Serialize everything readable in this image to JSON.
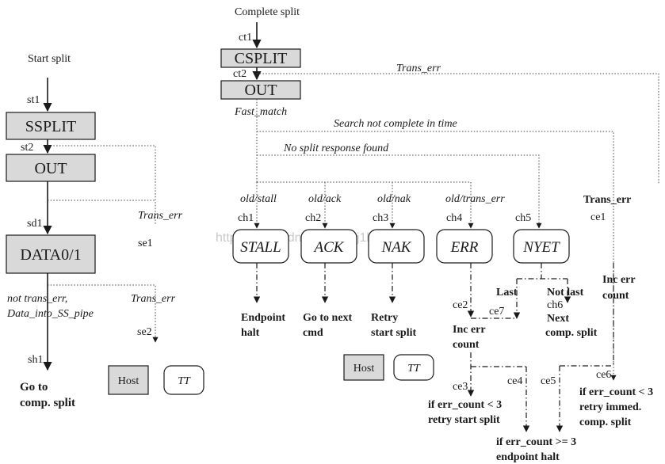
{
  "start": {
    "title": "Start split",
    "boxes": {
      "ssplit": "SSPLIT",
      "out": "OUT",
      "data": "DATA0/1"
    },
    "points": {
      "st1": "st1",
      "st2": "st2",
      "sd1": "sd1",
      "se1": "se1",
      "se2": "se2",
      "sh1": "sh1"
    },
    "trans_err_1": "Trans_err",
    "trans_err_2": "Trans_err",
    "not_trans_err": "not trans_err,",
    "data_into": "Data_into_SS_pipe",
    "go_to": "Go to",
    "comp_split": "comp. split",
    "legend_host": "Host",
    "legend_tt": "TT"
  },
  "complete": {
    "title": "Complete split",
    "boxes": {
      "csplit": "CSPLIT",
      "out": "OUT"
    },
    "points": {
      "ct1": "ct1",
      "ct2": "ct2",
      "ch1": "ch1",
      "ch2": "ch2",
      "ch3": "ch3",
      "ch4": "ch4",
      "ch5": "ch5",
      "ch6": "ch6",
      "ce1": "ce1",
      "ce2": "ce2",
      "ce3": "ce3",
      "ce4": "ce4",
      "ce5": "ce5",
      "ce6": "ce6",
      "ce7": "ce7"
    },
    "trans_err_top": "Trans_err",
    "fast_match": "Fast_match",
    "search_not_complete": "Search not complete in time",
    "no_split_response": "No split response found",
    "transitions": {
      "stall": "old/stall",
      "ack": "old/ack",
      "nak": "old/nak",
      "trans_err": "old/trans_err"
    },
    "states": {
      "stall": "STALL",
      "ack": "ACK",
      "nak": "NAK",
      "err": "ERR",
      "nyet": "NYET"
    },
    "trans_err_bold": "Trans_err",
    "endpoint_halt_1": "Endpoint",
    "endpoint_halt_2": "halt",
    "go_next_1": "Go to next",
    "go_next_2": "cmd",
    "retry_1": "Retry",
    "retry_2": "start split",
    "inc_err_1": "Inc err",
    "inc_err_2": "count",
    "inc_err_r1": "Inc err",
    "inc_err_r2": "count",
    "last": "Last",
    "not_last": "Not last",
    "next_1": "Next",
    "next_2": "comp. split",
    "if_lt3_1": "if err_count < 3",
    "if_lt3_2": "retry start split",
    "if_ge3_1": "if err_count >= 3",
    "if_ge3_2": "endpoint halt",
    "if_lt3r_1": "if err_count < 3",
    "if_lt3r_2": "retry immed.",
    "if_lt3r_3": "comp. split",
    "legend_host": "Host",
    "legend_tt": "TT"
  },
  "watermark": "http://blog.csdn.net/xjq13j1k"
}
